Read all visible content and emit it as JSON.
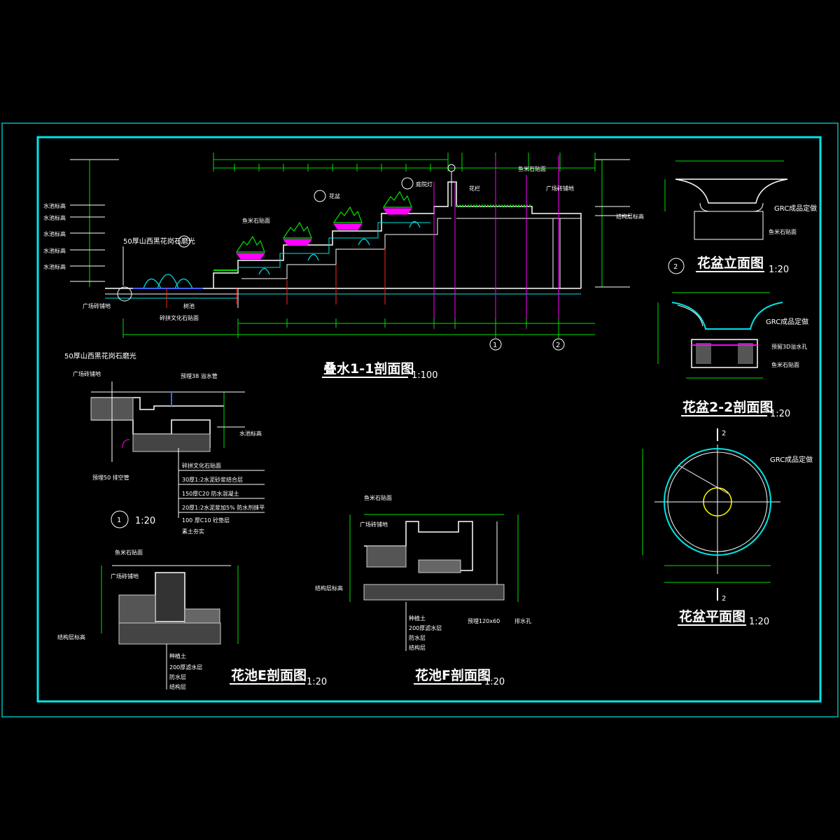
{
  "drawings": {
    "main_section": {
      "title": "叠水1-1剖面图",
      "scale": "1:100"
    },
    "detail_1": {
      "marker": "1",
      "scale": "1:20"
    },
    "pot_elevation": {
      "marker": "2",
      "title": "花盆立面图",
      "scale": "1:20"
    },
    "pot_section": {
      "title": "花盆2-2剖面图",
      "scale": "1:20"
    },
    "pot_plan": {
      "title": "花盆平面图",
      "scale": "1:20",
      "cut_mark": "2"
    },
    "bed_e": {
      "title": "花池E剖面图",
      "scale": "1:20"
    },
    "bed_f": {
      "title": "花池F剖面图",
      "scale": "1:20"
    }
  },
  "labels": {
    "stone_50": "50厚山西黑花岗石磨光",
    "plaza_paving": "广场砖铺地",
    "water_level": "水池标高",
    "finish_level": "结构层标高",
    "culture_stone": "碎拼文化石贴面",
    "tree_pool": "树池",
    "fish_stone": "鱼米石贴面",
    "flower_pot": "花盆",
    "lamp": "庭院灯",
    "railing": "花栏",
    "grc": "GRC成品定做",
    "reserved_drain": "预留3D溢水孔",
    "pipe_38": "预埋38 溢水管",
    "pipe_50": "预埋50 排空管",
    "drain": "排水孔",
    "reserved_pipe": "预埋120x60",
    "bed_layers": [
      "种植土",
      "200厚滤水层",
      "防水层",
      "结构层"
    ],
    "pool_layers": [
      "碎拼文化石贴面",
      "30厚1:2水泥砂浆结合层",
      "150厚C20 防水混凝土",
      "20厚1:2水泥浆加5% 防水剂抹平",
      "100 厚C10 砼垫层",
      "素土夯实"
    ],
    "axis_1": "1",
    "axis_2": "2"
  }
}
